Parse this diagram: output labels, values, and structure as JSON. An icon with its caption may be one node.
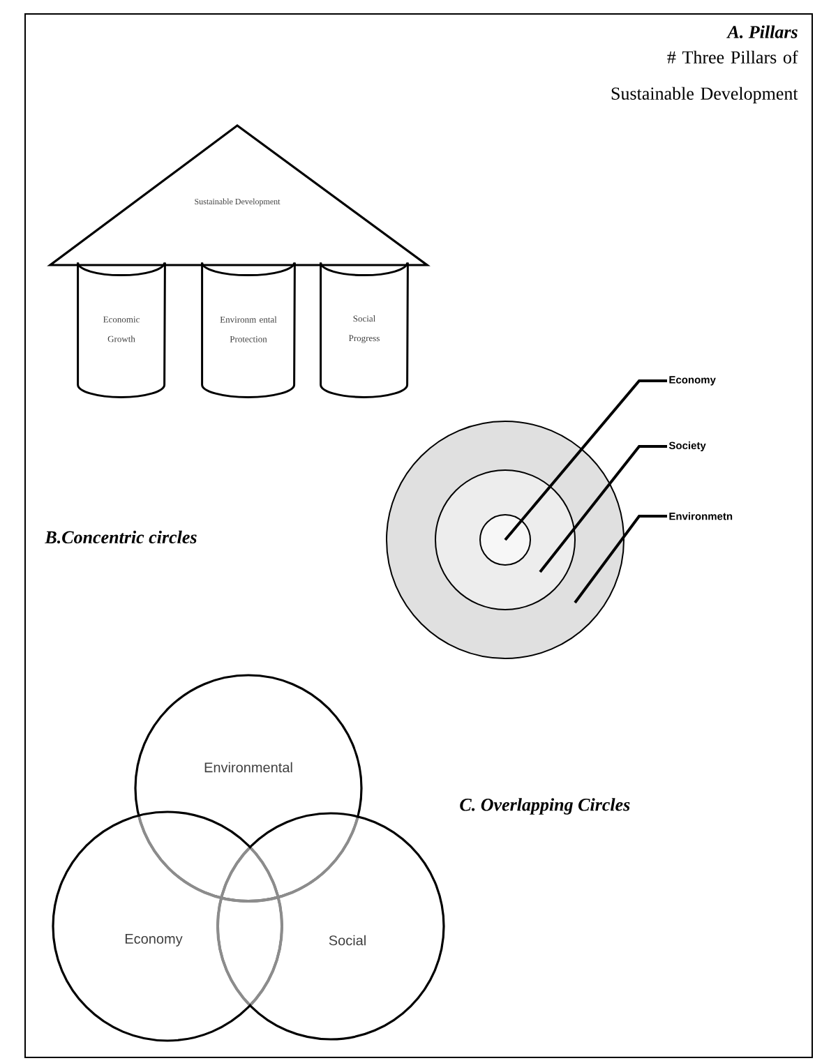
{
  "diagram": {
    "nodes": [
      {
        "text": [
          "Sustainable Development"
        ]
      },
      {
        "text": [
          "Economic Growth"
        ]
      },
      {
        "text": [
          "Environm ental Protection"
        ]
      },
      {
        "text": [
          "Social Progress"
        ]
      },
      {
        "text": [],
        "shape": "circle"
      },
      {
        "text": [],
        "shape": "circle",
        "in": 4
      },
      {
        "text": [],
        "shape": "circle",
        "in": 5
      },
      {
        "text": [
          "Economy"
        ]
      },
      {
        "text": [
          "Society"
        ]
      },
      {
        "text": [
          "Environmetn"
        ]
      },
      {
        "text": [
          "Environmental"
        ]
      },
      {
        "text": [
          "Economy"
        ]
      },
      {
        "text": [
          "Social"
        ]
      }
    ],
    "edges": [
      {
        "from": 7,
        "to": 6,
        "arrow": "none"
      },
      {
        "from": 8,
        "to": 5,
        "arrow": "none"
      },
      {
        "from": 9,
        "to": 4,
        "arrow": "none"
      }
    ],
    "labels": [
      "A. Pillars",
      "# Three Pillars of Sustainable Development",
      "B.Concentric circles",
      "C. Overlapping Circles"
    ]
  }
}
